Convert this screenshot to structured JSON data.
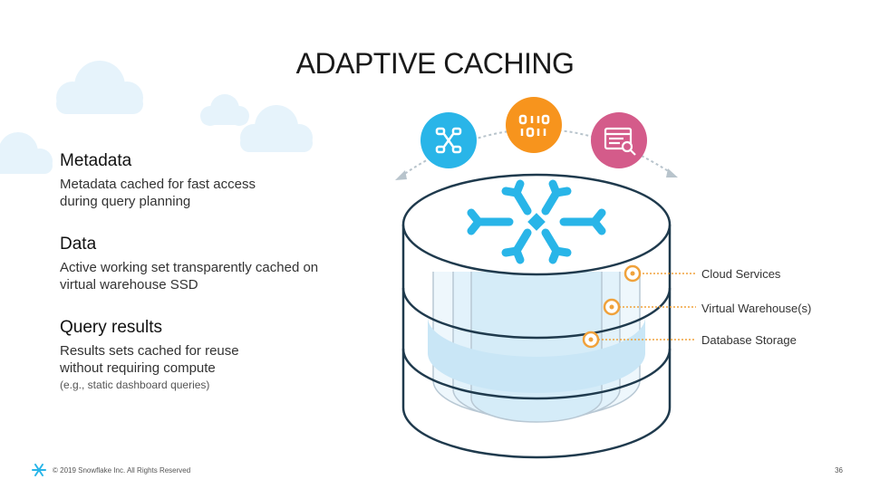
{
  "slide": {
    "title": "ADAPTIVE CACHING",
    "sections": [
      {
        "title": "Metadata",
        "desc_lines": [
          "Metadata cached for fast access",
          "during query planning"
        ]
      },
      {
        "title": "Data",
        "desc_lines": [
          "Active working set transparently cached on",
          "virtual warehouse SSD"
        ]
      },
      {
        "title": "Query results",
        "desc_lines": [
          "Results sets cached for reuse",
          "without requiring compute"
        ],
        "note": "(e.g., static dashboard queries)"
      }
    ],
    "layers": [
      "Cloud Services",
      "Virtual Warehouse(s)",
      "Database Storage"
    ],
    "icons": [
      "network-icon",
      "binary-icon",
      "dashboard-search-icon"
    ],
    "colors": {
      "cyan": "#29b5e8",
      "orange": "#f7941d",
      "magenta": "#d45b8a",
      "cylinder_line": "#1f3a4d",
      "leader": "#f0a23c",
      "cloud": "#e6f3fb"
    },
    "footer": {
      "copyright": "© 2019 Snowflake Inc. All Rights Reserved",
      "page_number": "36"
    }
  }
}
